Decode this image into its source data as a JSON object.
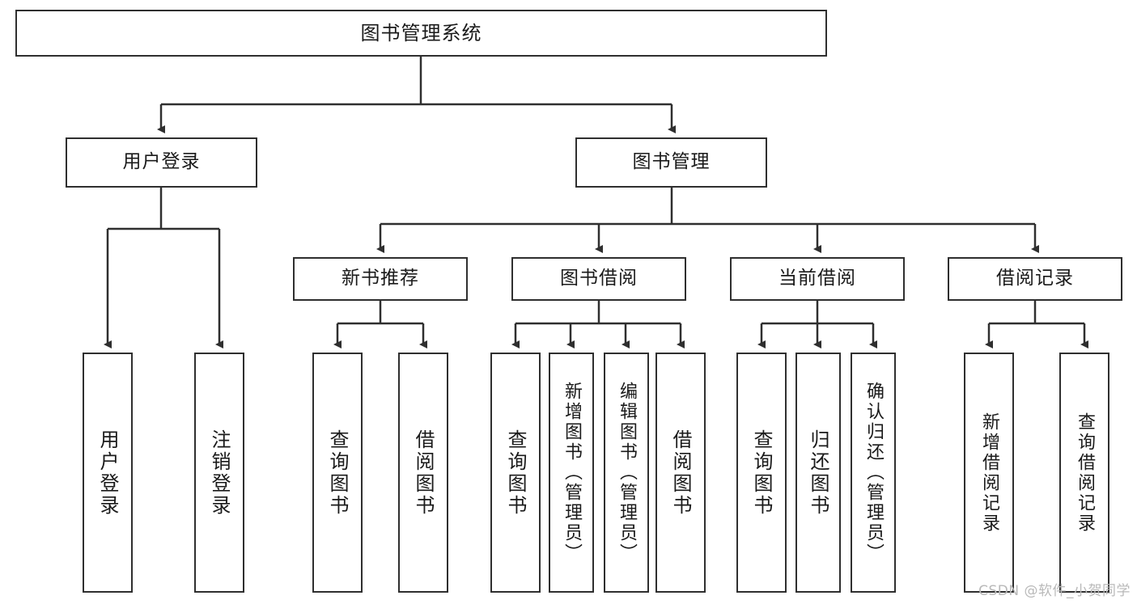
{
  "diagram": {
    "title": "图书管理系统",
    "root": {
      "label": "图书管理系统"
    },
    "level1": [
      {
        "label": "用户登录"
      },
      {
        "label": "图书管理"
      }
    ],
    "level2": [
      {
        "label": "新书推荐"
      },
      {
        "label": "图书借阅"
      },
      {
        "label": "当前借阅"
      },
      {
        "label": "借阅记录"
      }
    ],
    "leaves": {
      "user_login": [
        {
          "label": "用户登录"
        },
        {
          "label": "注销登录"
        }
      ],
      "new_book_recommend": [
        {
          "label": "查询图书"
        },
        {
          "label": "借阅图书"
        }
      ],
      "book_borrow": [
        {
          "label": "查询图书"
        },
        {
          "label": "新增图书（管理员）"
        },
        {
          "label": "编辑图书（管理员）"
        },
        {
          "label": "借阅图书"
        }
      ],
      "current_borrow": [
        {
          "label": "查询图书"
        },
        {
          "label": "归还图书"
        },
        {
          "label": "确认归还（管理员）"
        }
      ],
      "borrow_record": [
        {
          "label": "新增借阅记录"
        },
        {
          "label": "查询借阅记录"
        }
      ]
    }
  },
  "watermark": {
    "text": "CSDN @软件_小贺同学"
  },
  "colors": {
    "stroke": "#2f2f2f",
    "background": "#ffffff",
    "text": "#1a1a1a",
    "watermark": "#b9b9b9"
  }
}
